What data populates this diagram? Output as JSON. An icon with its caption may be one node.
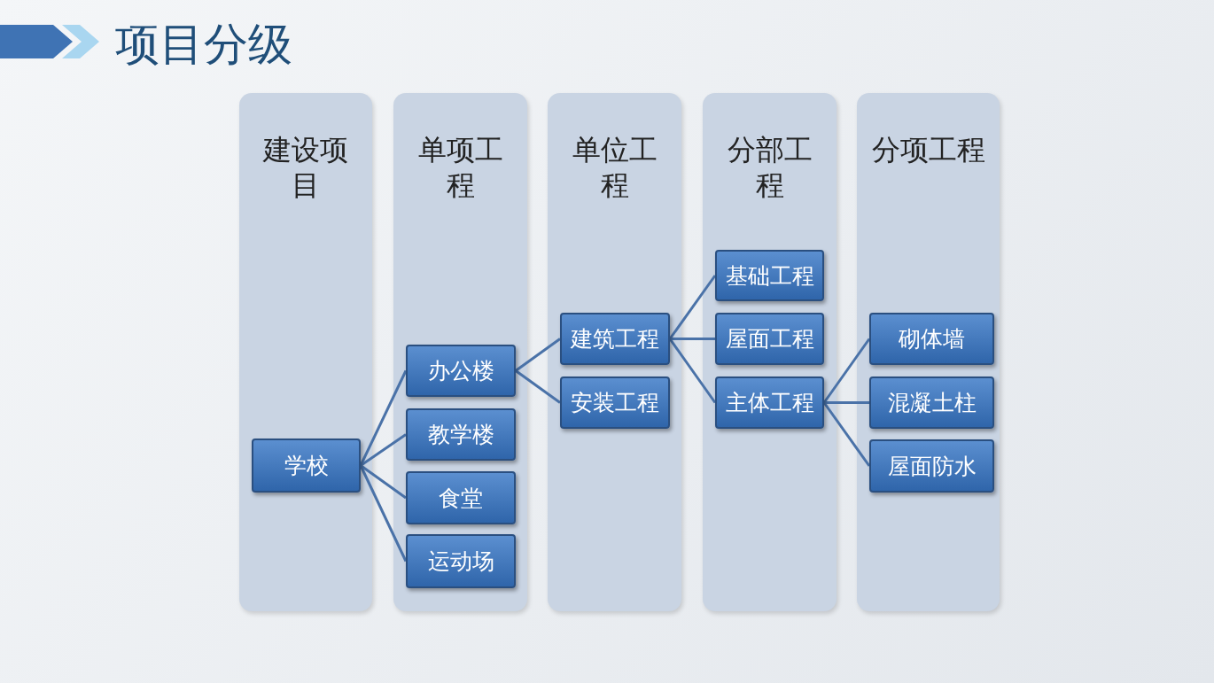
{
  "diagram": {
    "title": "项目分级",
    "nodes": [
      {
        "text": [
          "建设项目"
        ]
      },
      {
        "text": [
          "单项工程"
        ]
      },
      {
        "text": [
          "单位工程"
        ]
      },
      {
        "text": [
          "分部工程"
        ]
      },
      {
        "text": [
          "分项工程"
        ]
      },
      {
        "text": [
          "学校"
        ],
        "in": 0
      },
      {
        "text": [
          "办公楼"
        ],
        "in": 1
      },
      {
        "text": [
          "教学楼"
        ],
        "in": 1
      },
      {
        "text": [
          "食堂"
        ],
        "in": 1
      },
      {
        "text": [
          "运动场"
        ],
        "in": 1
      },
      {
        "text": [
          "建筑工程"
        ],
        "in": 2
      },
      {
        "text": [
          "安装工程"
        ],
        "in": 2
      },
      {
        "text": [
          "基础工程"
        ],
        "in": 3
      },
      {
        "text": [
          "屋面工程"
        ],
        "in": 3
      },
      {
        "text": [
          "主体工程"
        ],
        "in": 3
      },
      {
        "text": [
          "砌体墙"
        ],
        "in": 4
      },
      {
        "text": [
          "混凝土柱"
        ],
        "in": 4
      },
      {
        "text": [
          "屋面防水"
        ],
        "in": 4
      }
    ],
    "edges": [
      {
        "from": 5,
        "to": 6,
        "arrow": "none"
      },
      {
        "from": 5,
        "to": 7,
        "arrow": "none"
      },
      {
        "from": 5,
        "to": 8,
        "arrow": "none"
      },
      {
        "from": 5,
        "to": 9,
        "arrow": "none"
      },
      {
        "from": 6,
        "to": 10,
        "arrow": "none"
      },
      {
        "from": 6,
        "to": 11,
        "arrow": "none"
      },
      {
        "from": 10,
        "to": 12,
        "arrow": "none"
      },
      {
        "from": 10,
        "to": 13,
        "arrow": "none"
      },
      {
        "from": 10,
        "to": 14,
        "arrow": "none"
      },
      {
        "from": 14,
        "to": 15,
        "arrow": "none"
      },
      {
        "from": 14,
        "to": 16,
        "arrow": "none"
      },
      {
        "from": 14,
        "to": 17,
        "arrow": "none"
      }
    ]
  }
}
